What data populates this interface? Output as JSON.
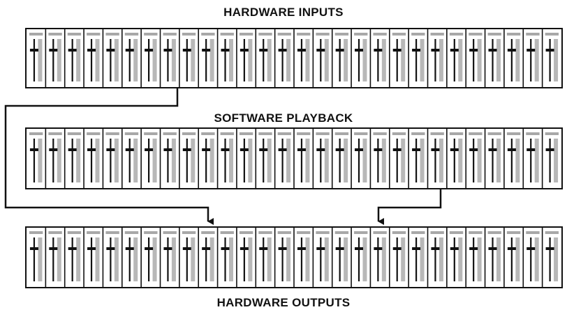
{
  "titles": {
    "hardware_inputs": "HARDWARE INPUTS",
    "software_playback": "SOFTWARE PLAYBACK",
    "hardware_outputs": "HARDWARE OUTPUTS"
  },
  "banks": [
    {
      "id": "inputs",
      "name": "hardware-inputs-bank",
      "channel_count": 28
    },
    {
      "id": "playback",
      "name": "software-playback-bank",
      "channel_count": 28
    },
    {
      "id": "outputs",
      "name": "hardware-outputs-bank",
      "channel_count": 28
    }
  ],
  "colors": {
    "line": "#111111",
    "meter": "#b8b8b8",
    "cap": "#a8a8a8",
    "background": "#ffffff"
  }
}
